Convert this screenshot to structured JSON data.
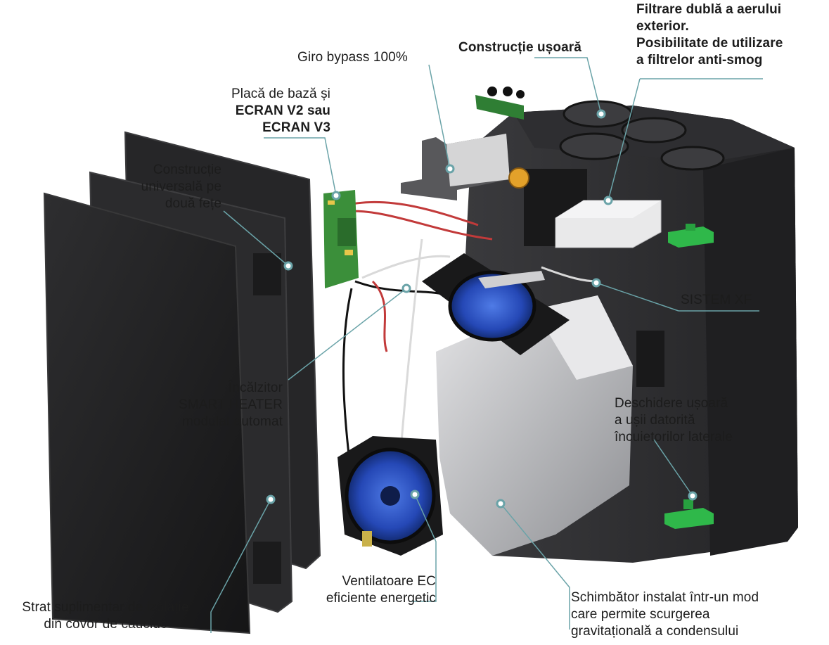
{
  "colors": {
    "leader_line": "#6aa3a8",
    "housing": "#2a2a2c",
    "panel": "#1d1d1f",
    "fan_blue": "#2a54c8",
    "latch_green": "#2fb84a",
    "pcb_green": "#3b8f3a",
    "exchanger": "#b9babd"
  },
  "labels": {
    "filtrare": {
      "line1": "Filtrare dublă a aerului",
      "line2": "exterior.",
      "line3": "Posibilitate de utilizare",
      "line4": "a filtrelor anti-smog"
    },
    "constructie_usoara": {
      "line1": "Construcție ușoară"
    },
    "giro_bypass": {
      "line1": "Giro bypass 100%"
    },
    "placa_baza": {
      "line1": "Placă de bază și",
      "line2": "ECRAN V2 sau",
      "line3": "ECRAN V3"
    },
    "constructie_universala": {
      "line1": "Construcție",
      "line2": "universală pe",
      "line3": "două fețe"
    },
    "sistem_xf": {
      "line1": "SISTEM XF"
    },
    "incalzitor": {
      "line1": "Încălzitor",
      "line2": "SMART HEATER",
      "line3": "modulat automat"
    },
    "deschidere": {
      "line1": "Deschidere ușoară",
      "line2": "a ușii datorită",
      "line3": "încuietorilor laterale"
    },
    "ventilatoare": {
      "line1": "Ventilatoare EC",
      "line2": "eficiente energetic"
    },
    "schimbator": {
      "line1": "Schimbător instalat într-un mod",
      "line2": "care permite scurgerea",
      "line3": "gravitațională a condensului"
    },
    "strat": {
      "line1": "Strat suplimentar de izolație",
      "line2": "din covor de cauciuc"
    }
  }
}
